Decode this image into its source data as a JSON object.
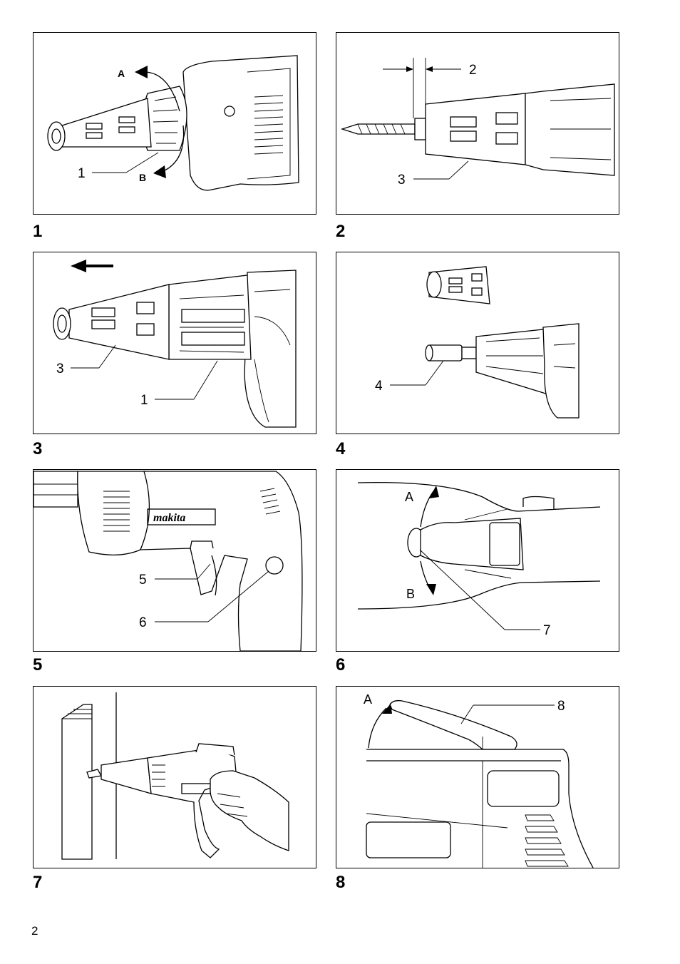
{
  "page_number": "2",
  "figures": [
    {
      "number": "1",
      "labels": [
        "1"
      ],
      "letters": [
        "A",
        "B"
      ]
    },
    {
      "number": "2",
      "labels": [
        "2",
        "3"
      ],
      "letters": []
    },
    {
      "number": "3",
      "labels": [
        "3",
        "1"
      ],
      "letters": []
    },
    {
      "number": "4",
      "labels": [
        "4"
      ],
      "letters": []
    },
    {
      "number": "5",
      "labels": [
        "5",
        "6"
      ],
      "letters": [],
      "brand": "makita"
    },
    {
      "number": "6",
      "labels": [
        "7"
      ],
      "letters": [
        "A",
        "B"
      ]
    },
    {
      "number": "7",
      "labels": [],
      "letters": []
    },
    {
      "number": "8",
      "labels": [
        "8"
      ],
      "letters": [
        "A"
      ]
    }
  ]
}
